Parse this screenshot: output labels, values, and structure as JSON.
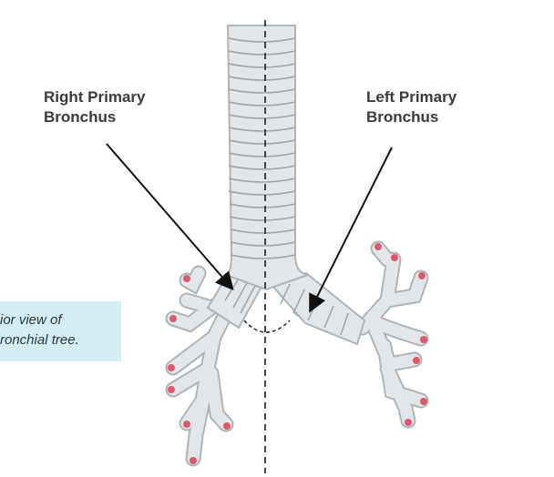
{
  "labels": {
    "right_primary_bronchus": [
      "Right Primary",
      "Bronchus"
    ],
    "left_primary_bronchus": [
      "Left Primary",
      "Bronchus"
    ]
  },
  "caption": [
    "ior view of",
    "ronchial tree."
  ],
  "colors": {
    "airway_fill": "#e2e6e8",
    "airway_stroke": "#aeb4b8",
    "ring_line": "#9fa5a9",
    "tip": "#d85a6b",
    "caption_bg": "#d6ecf3",
    "arrow": "#111111"
  }
}
